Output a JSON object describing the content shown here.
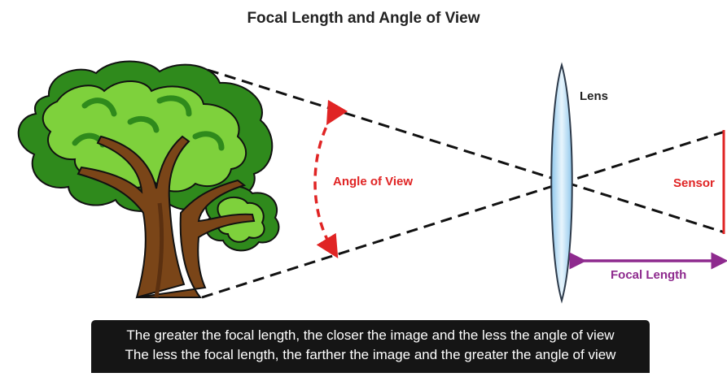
{
  "diagram": {
    "title": "Focal Length and Angle of View",
    "labels": {
      "lens": "Lens",
      "angle_of_view": "Angle of View",
      "sensor": "Sensor",
      "focal_length": "Focal Length"
    },
    "caption": [
      "The greater the focal length, the closer the image and the less the angle of view",
      "The less the focal length, the farther the image and the greater the angle of view"
    ],
    "colors": {
      "foliage_dark": "#2f8a1c",
      "foliage_light": "#7ed13c",
      "trunk": "#7a4518",
      "lens": "#b8dcf5",
      "angle_arrow": "#e02424",
      "focal_arrow": "#8e2a8e",
      "caption_bg": "#151515"
    }
  }
}
